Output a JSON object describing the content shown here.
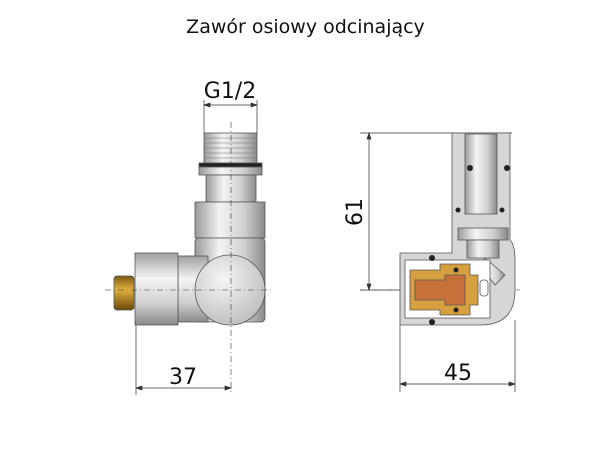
{
  "title": "Zawór osiowy odcinający",
  "dimensions": {
    "thread": "G1/2",
    "width_left": "37",
    "height_right": "61",
    "width_right": "45"
  },
  "colors": {
    "metal": "#d8d8d8",
    "brass": "#b8860b",
    "copper": "#c8703a"
  }
}
